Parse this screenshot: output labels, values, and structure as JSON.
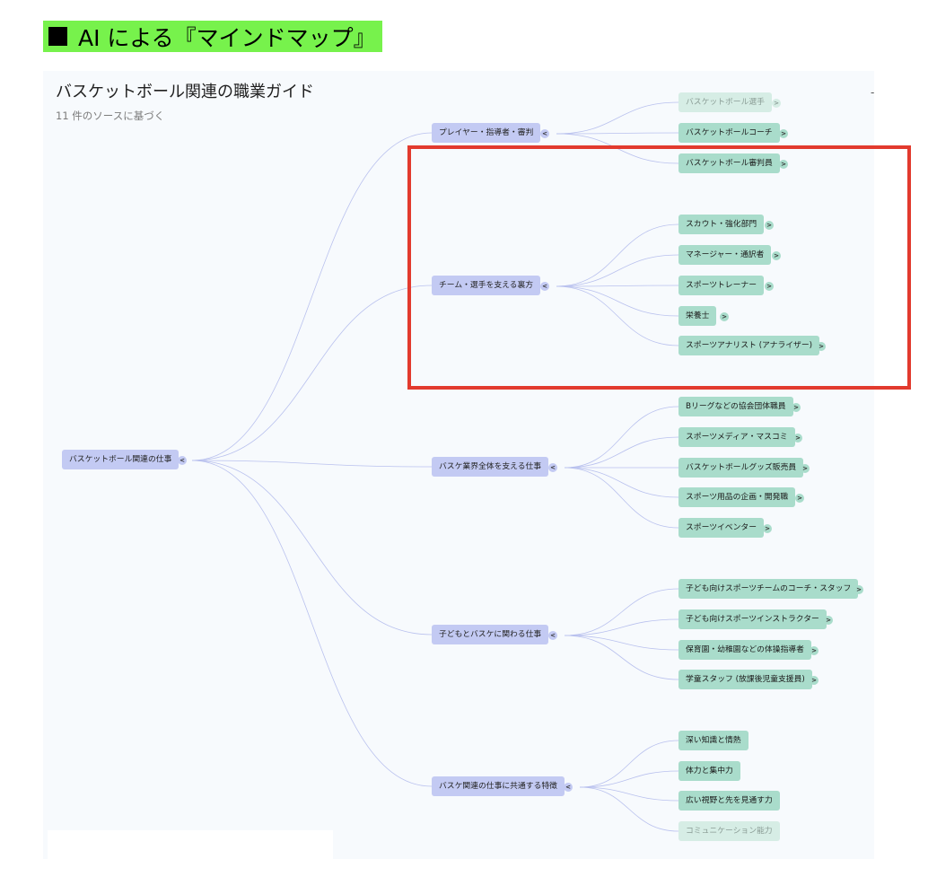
{
  "banner": {
    "text": "AI による『マインドマップ』"
  },
  "header": {
    "title": "バスケットボール関連の職業ガイド",
    "subtitle": "11 件のソースに基づく",
    "corner_mark": "-"
  },
  "toggles": {
    "collapse": "<",
    "expand": ">"
  },
  "mindmap": {
    "root": "バスケットボール関連の仕事",
    "branches": [
      {
        "label": "プレイヤー・指導者・審判",
        "children": [
          "バスケットボール選手",
          "バスケットボールコーチ",
          "バスケットボール審判員"
        ]
      },
      {
        "label": "チーム・選手を支える裏方",
        "children": [
          "スカウト・強化部門",
          "マネージャー・通訳者",
          "スポーツトレーナー",
          "栄養士",
          "スポーツアナリスト (アナライザー)"
        ]
      },
      {
        "label": "バスケ業界全体を支える仕事",
        "children": [
          "Bリーグなどの協会団体職員",
          "スポーツメディア・マスコミ",
          "バスケットボールグッズ販売員",
          "スポーツ用品の企画・開発職",
          "スポーツイベンター"
        ]
      },
      {
        "label": "子どもとバスケに関わる仕事",
        "children": [
          "子ども向けスポーツチームのコーチ・スタッフ",
          "子ども向けスポーツインストラクター",
          "保育園・幼稚園などの体操指導者",
          "学童スタッフ (放課後児童支援員)"
        ]
      },
      {
        "label": "バスケ関連の仕事に共通する特徴",
        "children": [
          "深い知識と情熱",
          "体力と集中力",
          "広い視野と先を見通す力",
          "コミュニケーション能力"
        ]
      }
    ]
  },
  "colors": {
    "banner": "#77f24c",
    "topic": "#c3caf3",
    "leaf": "#a9dccb",
    "highlight": "#e23a2e",
    "link": "#b9c1ee"
  }
}
